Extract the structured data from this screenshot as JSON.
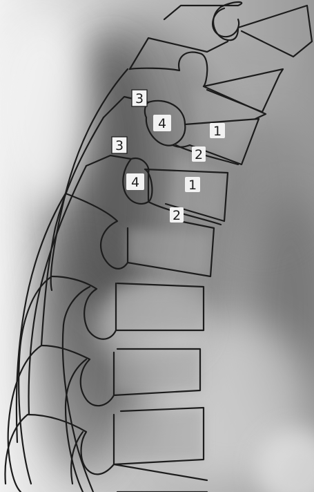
{
  "image": {
    "subject": "spine-xray-with-vertebra-tracing",
    "labels": [
      {
        "id": "label-1-upper",
        "text": "1",
        "style": "plain"
      },
      {
        "id": "label-2-upper",
        "text": "2",
        "style": "plain"
      },
      {
        "id": "label-3-upper",
        "text": "3",
        "style": "boxed"
      },
      {
        "id": "label-4-upper",
        "text": "4",
        "style": "plain"
      },
      {
        "id": "label-3-lower",
        "text": "3",
        "style": "boxed"
      },
      {
        "id": "label-4-lower",
        "text": "4",
        "style": "plain"
      },
      {
        "id": "label-1-lower",
        "text": "1",
        "style": "plain"
      },
      {
        "id": "label-2-lower",
        "text": "2",
        "style": "plain"
      }
    ]
  }
}
